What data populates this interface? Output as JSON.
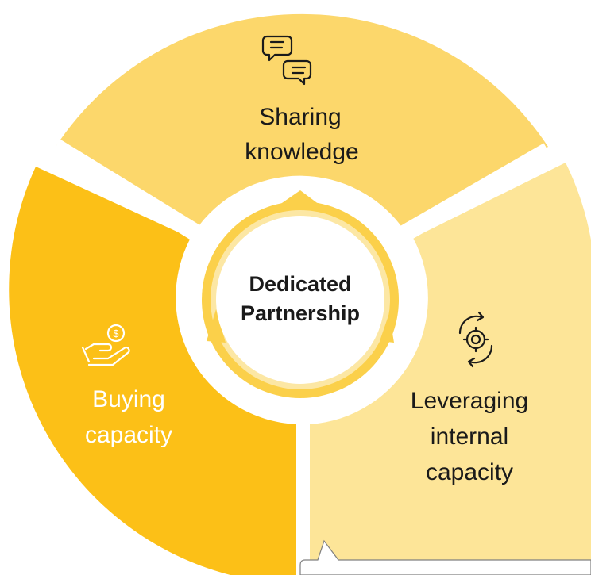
{
  "center": {
    "line1": "Dedicated",
    "line2": "Partnership"
  },
  "segments": {
    "sharing": {
      "line1": "Sharing",
      "line2": "knowledge",
      "icon": "chat-bubbles-icon",
      "color": "#FCD76B"
    },
    "buying": {
      "line1": "Buying",
      "line2": "capacity",
      "icon": "hand-coin-icon",
      "color": "#FCC017"
    },
    "leveraging": {
      "line1": "Leveraging",
      "line2": "internal",
      "line3": "capacity",
      "icon": "gear-cycle-icon",
      "color": "#FDE598"
    }
  },
  "colors": {
    "text_dark": "#1A1A1A",
    "text_light": "#FFFFFF",
    "arrow": "#FBD04A"
  }
}
